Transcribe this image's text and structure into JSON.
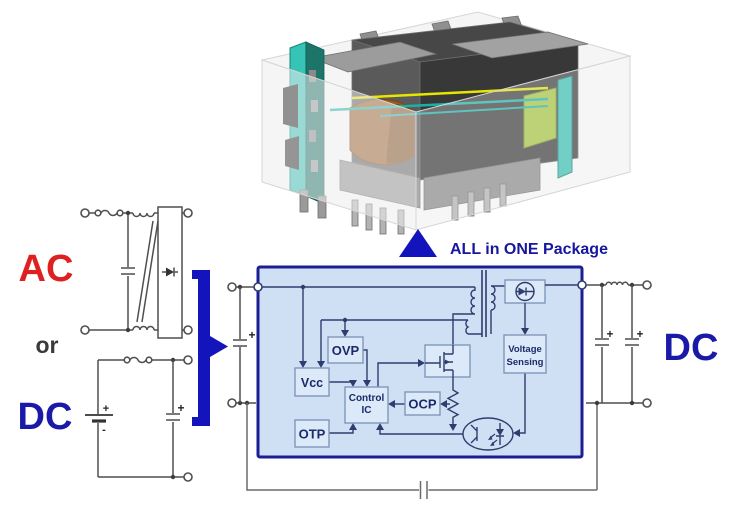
{
  "caption": {
    "text": "ALL in ONE Package"
  },
  "labels": {
    "ac": "AC",
    "or": "or",
    "dc_input": "DC",
    "dc_output": "DC"
  },
  "blocks": {
    "vcc": "Vcc",
    "ovp": "OVP",
    "otp": "OTP",
    "ocp": "OCP",
    "control_ic_line1": "Control",
    "control_ic_line2": "IC",
    "voltage_sensing_line1": "Voltage",
    "voltage_sensing_line2": "Sensing"
  },
  "signs": {
    "plus": "+",
    "minus": "-"
  },
  "colors": {
    "accent_blue": "#1414bd",
    "caption_navy": "#16169e",
    "ac_red": "#df2020",
    "dc_navy": "#1a1aa8",
    "or_gray": "#3a3a3a",
    "box_fill": "#cfe0f5",
    "box_border": "#1d1d94",
    "inner_line": "#2e3d6e",
    "outer_line": "#4f4f4f"
  }
}
